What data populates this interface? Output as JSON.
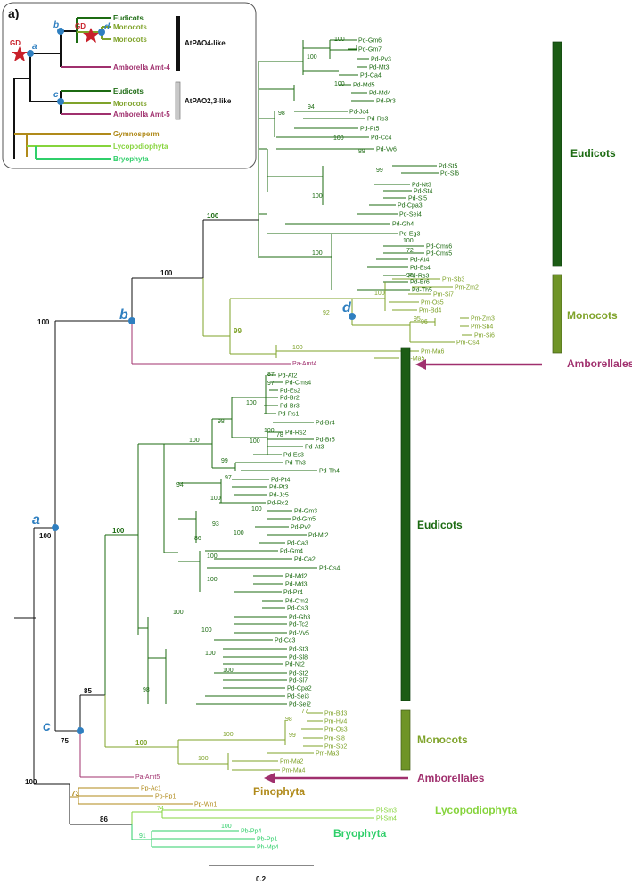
{
  "figure": {
    "panel_label": "a)",
    "scale_bar_label": "0.2"
  },
  "colors": {
    "eudicot": "#1c6b12",
    "monocot": "#7fa32a",
    "amborella": "#a0306e",
    "gymnosperm": "#b08a1a",
    "lycopodiophyta": "#86d43c",
    "bryophyta": "#2fcf6a",
    "node": "#2f7fc0",
    "gd": "#c8202a",
    "black": "#111111"
  },
  "inset": {
    "leaves": {
      "eudicots_1": "Eudicots",
      "monocots_1": "Monocots",
      "monocots_2": "Monocots",
      "amborella_4": "Amborella Amt-4",
      "eudicots_2": "Eudicots",
      "monocots_3": "Monocots",
      "amborella_5": "Amborella Amt-5",
      "gymnosperm": "Gymnosperm",
      "lycopodiophyta": "Lycopodiophyta",
      "bryophyta": "Bryophyta"
    },
    "group_labels": {
      "atpao4": "AtPAO4-like",
      "atpao23": "AtPAO2,3-like"
    },
    "gd_label_1": "GD",
    "gd_label_2": "GD",
    "nodes": {
      "a": "a",
      "b": "b",
      "c": "c",
      "d": "d"
    }
  },
  "tree": {
    "node_labels": {
      "a": "a",
      "b": "b",
      "c": "c",
      "d": "d"
    },
    "clades": {
      "eudicots_upper": "Eudicots",
      "monocots_upper": "Monocots",
      "amborellales_upper": "Amborellales",
      "eudicots_lower": "Eudicots",
      "monocots_lower": "Monocots",
      "amborellales_lower": "Amborellales",
      "pinophyta": "Pinophyta",
      "lycopodiophyta": "Lycopodiophyta",
      "bryophyta": "Bryophyta"
    },
    "leaves_upper": [
      "Pd-Gm6",
      "Pd-Gm7",
      "Pd-Pv3",
      "Pd-Mt3",
      "Pd-Ca4",
      "Pd-Md5",
      "Pd-Md4",
      "Pd-Pr3",
      "Pd-Jc4",
      "Pd-Rc3",
      "Pd-Pt5",
      "Pd-Cc4",
      "Pd-Vv6",
      "Pd-St5",
      "Pd-Sl6",
      "Pd-Nt3",
      "Pd-St4",
      "Pd-Sl5",
      "Pd-Cpa3",
      "Pd-Sei4",
      "Pd-Gh4",
      "Pd-Eg3",
      "Pd-Cms6",
      "Pd-Cms5",
      "Pd-At4",
      "Pd-Es4",
      "Pd-Rs3",
      "Pd-Br6",
      "Pd-Th5"
    ],
    "leaves_upper_mono": [
      "Pm-Sb3",
      "Pm-Zm2",
      "Pm-Si7",
      "Pm-Os5",
      "Pm-Bd4",
      "Pm-Zm3",
      "Pm-Sb4",
      "Pm-Si6",
      "Pm-Os4",
      "Pm-Ma6",
      "Pm-Ma5"
    ],
    "leaf_amt4": "Pa-Amt4",
    "leaves_lower": [
      "Pd-At2",
      "Pd-Cms4",
      "Pd-Es2",
      "Pd-Br2",
      "Pd-Br3",
      "Pd-Rs1",
      "Pd-Br4",
      "Pd-Rs2",
      "Pd-Br5",
      "Pd-At3",
      "Pd-Es3",
      "Pd-Th3",
      "Pd-Th4",
      "Pd-Pt4",
      "Pd-Pt3",
      "Pd-Jc5",
      "Pd-Rc2",
      "Pd-Gm3",
      "Pd-Gm5",
      "Pd-Pv2",
      "Pd-Mt2",
      "Pd-Ca3",
      "Pd-Gm4",
      "Pd-Ca2",
      "Pd-Cs4",
      "Pd-Md2",
      "Pd-Md3",
      "Pd-Pr4",
      "Pd-Cm2",
      "Pd-Cs3",
      "Pd-Gh3",
      "Pd-Tc2",
      "Pd-Vv5",
      "Pd-Cc3",
      "Pd-St3",
      "Pd-Sl8",
      "Pd-Nt2",
      "Pd-St2",
      "Pd-Sl7",
      "Pd-Cpa2",
      "Pd-Sei3",
      "Pd-Sei2"
    ],
    "leaves_lower_mono": [
      "Pm-Bd3",
      "Pm-Hv4",
      "Pm-Os3",
      "Pm-Si8",
      "Pm-Sb2",
      "Pm-Ma3",
      "Pm-Ma2",
      "Pm-Ma4"
    ],
    "leaf_amt5": "Pa-Amt5",
    "leaves_gymno": [
      "Pp-Ac1",
      "Pp-Pp1",
      "Pp-Wn1"
    ],
    "leaves_lyco": [
      "Pl-Sm3",
      "Pl-Sm4"
    ],
    "leaves_bryo": [
      "Pb-Pp4",
      "Pb-Pp1",
      "Ph-Mp4"
    ],
    "bootstrap": {
      "b_a": "100",
      "b_root2": "100",
      "b_b": "100",
      "b_upper_eud": "100",
      "b_mono_upper": "99",
      "b_92": "92",
      "b_c85": "85",
      "b_c75": "75",
      "b_lower_eud": "100",
      "b_lower_mono": "100",
      "b_gymno": "73",
      "b_lyco": "86",
      "v100a": "100",
      "v100b": "100",
      "v100c": "100",
      "v98a": "98",
      "v94": "94",
      "v88": "88",
      "v99a": "99",
      "v72": "72",
      "v98b": "98",
      "v100d": "100",
      "v100e": "100",
      "v100f": "100",
      "v95": "95",
      "v96": "96",
      "v100g": "100",
      "v87": "87",
      "v97a": "97",
      "v100h": "100",
      "v98c": "98",
      "v100i": "100",
      "v78": "78",
      "v100j": "100",
      "v99b": "99",
      "v97b": "97",
      "v94b": "94",
      "v100k": "100",
      "v93": "93",
      "v100l": "100",
      "v86": "86",
      "v100m": "100",
      "v100n": "100",
      "v100o": "100",
      "v100p": "100",
      "v100q": "100",
      "v98d": "98",
      "v100r": "100",
      "v100s": "100",
      "v77": "77",
      "v98e": "98",
      "v99c": "99",
      "v100t": "100",
      "v74": "74",
      "v100u": "100",
      "v91": "91"
    }
  }
}
